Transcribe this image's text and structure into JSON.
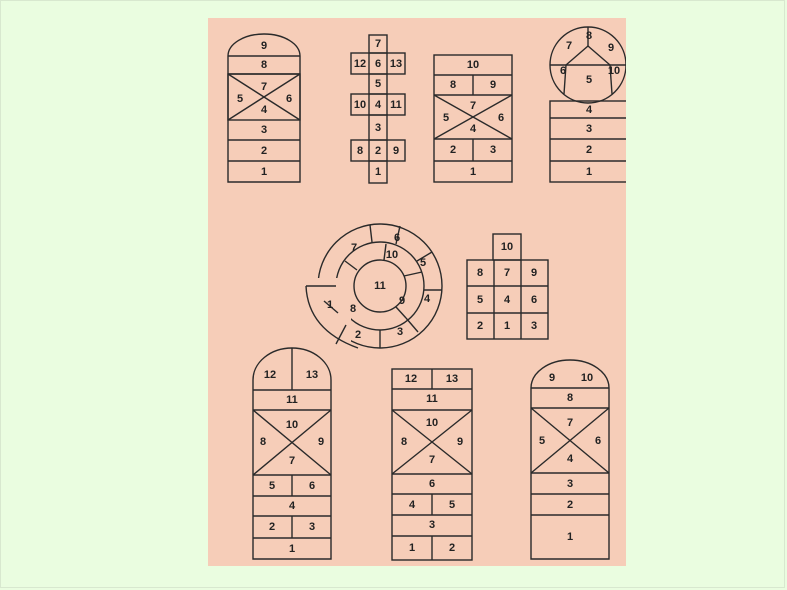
{
  "background_color": "#eafde0",
  "sheet_color": "#f6cdb8",
  "line_color": "#2a2a2a",
  "diagrams": {
    "d1": {
      "top": "9",
      "r8": "8",
      "x_top": "7",
      "x_left": "5",
      "x_right": "6",
      "x_bottom": "4",
      "r3": "3",
      "r2": "2",
      "r1": "1"
    },
    "d2": {
      "top": "7",
      "a_l": "12",
      "a_m": "6",
      "a_r": "13",
      "b": "5",
      "c_l": "10",
      "c_m": "4",
      "c_r": "11",
      "d": "3",
      "e_l": "8",
      "e_m": "2",
      "e_r": "9",
      "f": "1"
    },
    "d3": {
      "top": "10",
      "r_l": "8",
      "r_r": "9",
      "x_top": "7",
      "x_left": "5",
      "x_right": "6",
      "x_bottom": "4",
      "b_l": "2",
      "b_r": "3",
      "bottom": "1"
    },
    "d4": {
      "c7": "7",
      "c8": "8",
      "c9": "9",
      "c6": "6",
      "c5": "5",
      "c10": "10",
      "r4": "4",
      "r3": "3",
      "r2": "2",
      "r1": "1"
    },
    "spiral": {
      "s1": "1",
      "s2": "2",
      "s3": "3",
      "s4": "4",
      "s5": "5",
      "s6": "6",
      "s7": "7",
      "s8": "8",
      "s9": "9",
      "s10": "10",
      "s11": "11"
    },
    "grid": {
      "top": "10",
      "a1": "8",
      "a2": "7",
      "a3": "9",
      "b1": "5",
      "b2": "4",
      "b3": "6",
      "c1": "2",
      "c2": "1",
      "c3": "3"
    },
    "d7": {
      "t_l": "12",
      "t_r": "13",
      "r11": "11",
      "x_top": "10",
      "x_left": "8",
      "x_right": "9",
      "x_bottom": "7",
      "p_l": "5",
      "p_r": "6",
      "r4": "4",
      "q_l": "2",
      "q_r": "3",
      "r1": "1"
    },
    "d8": {
      "t_l": "12",
      "t_r": "13",
      "r11": "11",
      "x_top": "10",
      "x_left": "8",
      "x_right": "9",
      "x_bottom": "7",
      "r6": "6",
      "p_l": "4",
      "p_r": "5",
      "r3": "3",
      "q_l": "1",
      "q_r": "2"
    },
    "d9": {
      "t_l": "9",
      "t_r": "10",
      "r8": "8",
      "x_top": "7",
      "x_left": "5",
      "x_right": "6",
      "x_bottom": "4",
      "r3": "3",
      "r2": "2",
      "r1": "1"
    }
  }
}
